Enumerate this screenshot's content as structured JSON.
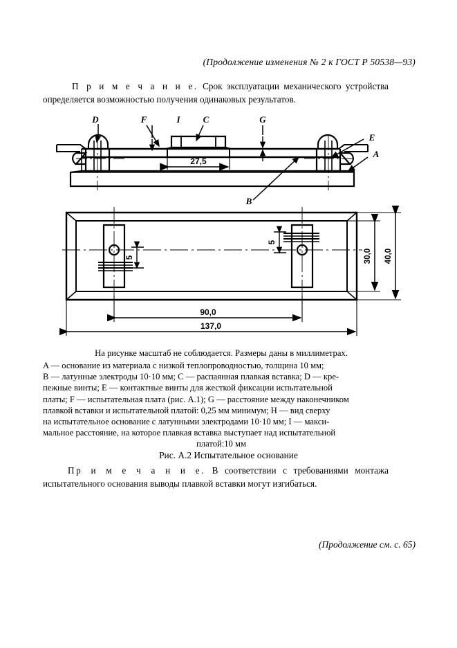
{
  "document": {
    "header_note": "(Продолжение изменения № 2 к ГОСТ  Р 50538—93)",
    "footer_note": "(Продолжение см. с. 65)"
  },
  "top_note": {
    "label": "П р и м е ч а н и е.",
    "text": " Срок эксплуатации механического устройства определяется возможностью получения одинаковых результатов."
  },
  "figure": {
    "scale_note": "На рисунке масштаб не соблюдается. Размеры даны в миллиметрах.",
    "caption": "Рис. А.2 Испытательное основание",
    "legend_lines": [
      "A — основание из материала с низкой теплопроводностью, толщина 10 мм;",
      "B — латунные электроды 10·10 мм; C — распаянная плавкая вставка; D — кре-",
      "пежные винты; E — контактные винты для жесткой фиксации испытательной",
      "платы; F — испытательная плата (рис. А.1); G — расстояние между наконечником",
      "плавкой вставки и испытательной платой:  0,25 мм минимум; H — вид сверху",
      "на испытательное основание с латунными электродами 10·10 мм; I — макси-",
      "мальное расстояние, на которое плавкая вставка  выступает над испытательной",
      "платой:10 мм"
    ],
    "callouts": {
      "a": "A",
      "b": "B",
      "c": "C",
      "d": "D",
      "e": "E",
      "f": "F",
      "g": "G",
      "i": "I"
    },
    "dimensions": {
      "fuse_length": "27,5",
      "electrode_offset_left": "5",
      "electrode_offset_right": "5",
      "inner_height": "30,0",
      "outer_height": "40,0",
      "electrode_span": "90,0",
      "total_length": "137,0"
    }
  },
  "bottom_note": {
    "label": "Пр и м е ч а н и е.",
    "text": " В соответствии с требованиями монтажа испытательного основания выводы плавкой вставки могут изгибаться."
  },
  "colors": {
    "ink": "#000000",
    "paper": "#ffffff"
  }
}
